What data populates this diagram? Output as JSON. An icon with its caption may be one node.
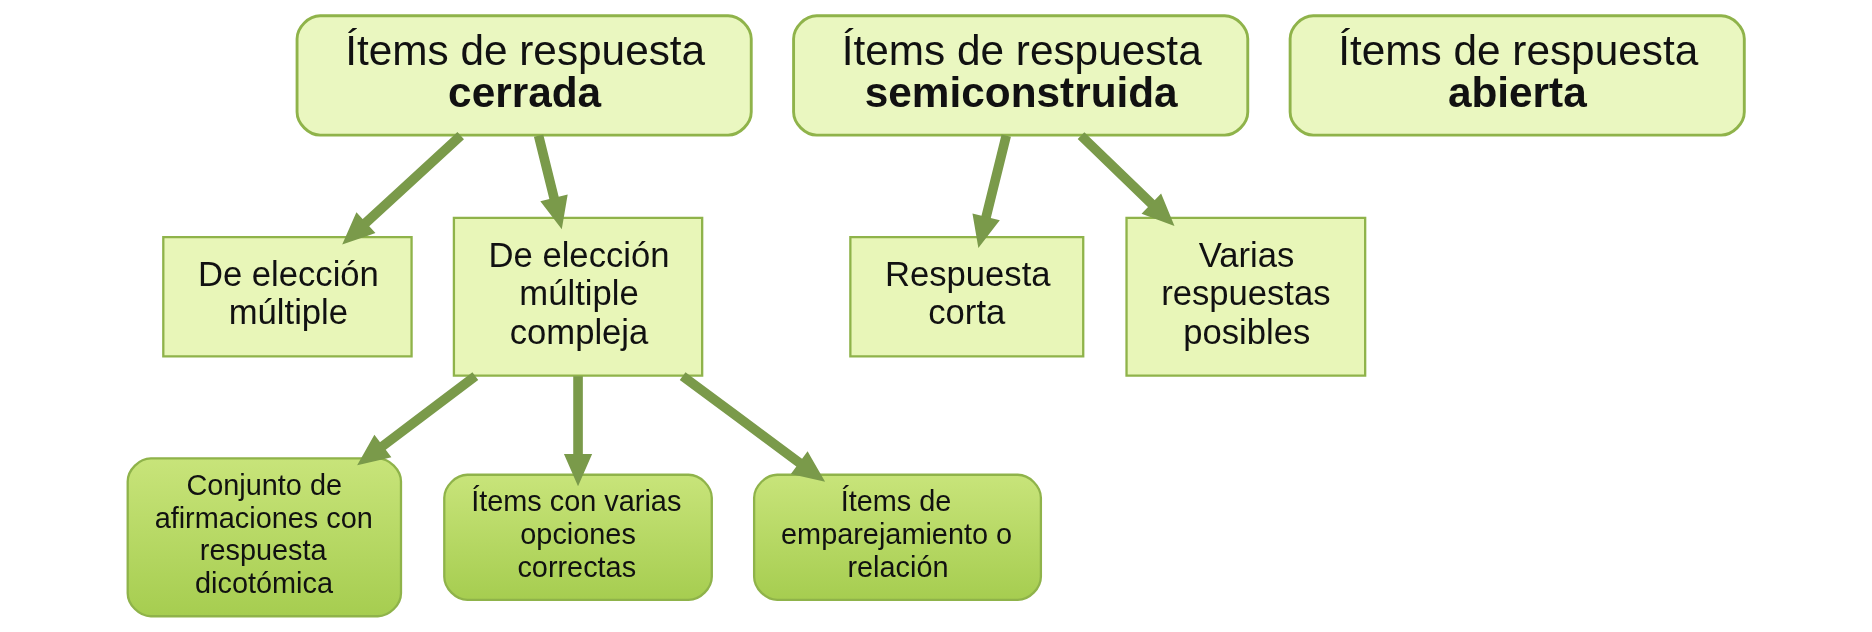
{
  "diagram": {
    "nodes": [
      {
        "text": [
          "Ítems de respuesta **cerrada**"
        ]
      },
      {
        "text": [
          "Ítems de respuesta **semiconstruida**"
        ]
      },
      {
        "text": [
          "Ítems de respuesta **abierta**"
        ]
      },
      {
        "text": [
          "De elección múltiple"
        ]
      },
      {
        "text": [
          "De elección múltiple compleja"
        ]
      },
      {
        "text": [
          "Respuesta corta"
        ]
      },
      {
        "text": [
          "Varias respuestas posibles"
        ]
      },
      {
        "text": [
          "Conjunto de afirmaciones con respuesta dicotómica"
        ]
      },
      {
        "text": [
          "Ítems con varias opciones correctas"
        ]
      },
      {
        "text": [
          "Ítems de emparejamiento o relación"
        ]
      }
    ],
    "edges": [
      {
        "from": 0,
        "to": 3,
        "arrow": "to"
      },
      {
        "from": 0,
        "to": 4,
        "arrow": "to"
      },
      {
        "from": 1,
        "to": 5,
        "arrow": "to"
      },
      {
        "from": 1,
        "to": 6,
        "arrow": "to"
      },
      {
        "from": 4,
        "to": 7,
        "arrow": "to"
      },
      {
        "from": 4,
        "to": 8,
        "arrow": "to"
      },
      {
        "from": 4,
        "to": 9,
        "arrow": "to"
      }
    ]
  }
}
